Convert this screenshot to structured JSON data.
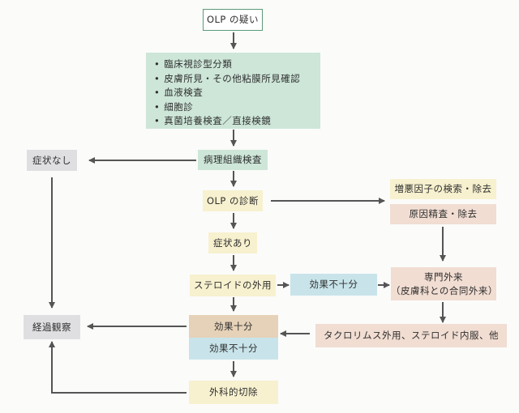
{
  "diagram": {
    "nodes": {
      "suspect": "OLP の疑い",
      "exam_items": [
        "臨床視診型分類",
        "皮膚所見・その他粘膜所見確認",
        "血液検査",
        "細胞診",
        "真菌培養検査／直接検鏡"
      ],
      "histopathology": "病理組織検査",
      "no_symptoms": "症状なし",
      "diagnosis": "OLP の診断",
      "aggravating_factors": "増悪因子の検索・除去",
      "cause_removal": "原因精査・除去",
      "symptoms_present": "症状あり",
      "topical_steroid": "ステロイドの外用",
      "insufficient_1": "効果不十分",
      "specialist_line1": "専門外来",
      "specialist_line2": "（皮膚科との合同外来）",
      "tacrolimus": "タクロリムス外用、ステロイド内服、他",
      "sufficient": "効果十分",
      "insufficient_2": "効果不十分",
      "observation": "経過観察",
      "surgical_excision": "外科的切除"
    },
    "colors": {
      "green": "#cde6d8",
      "yellow": "#f7f1cf",
      "pink": "#f1ddd2",
      "tan": "#e6d2b8",
      "blue": "#c8e4ea",
      "gray": "#dfdfe2",
      "arrow": "#555555"
    }
  }
}
